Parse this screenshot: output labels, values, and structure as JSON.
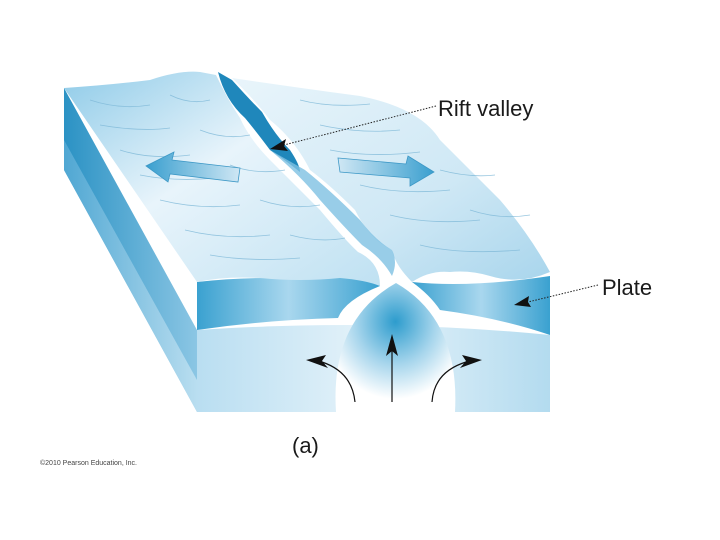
{
  "labels": {
    "rift_valley": "Rift valley",
    "plate": "Plate",
    "caption": "(a)",
    "copyright": "©2010 Pearson Education, Inc."
  },
  "colors": {
    "surface_light": "#e8f4fb",
    "surface_mid": "#a9d6ee",
    "side_dark": "#2f98c8",
    "side_light": "#d6edf8",
    "magma_core": "#2d9ccd",
    "arrow": "#111111"
  }
}
